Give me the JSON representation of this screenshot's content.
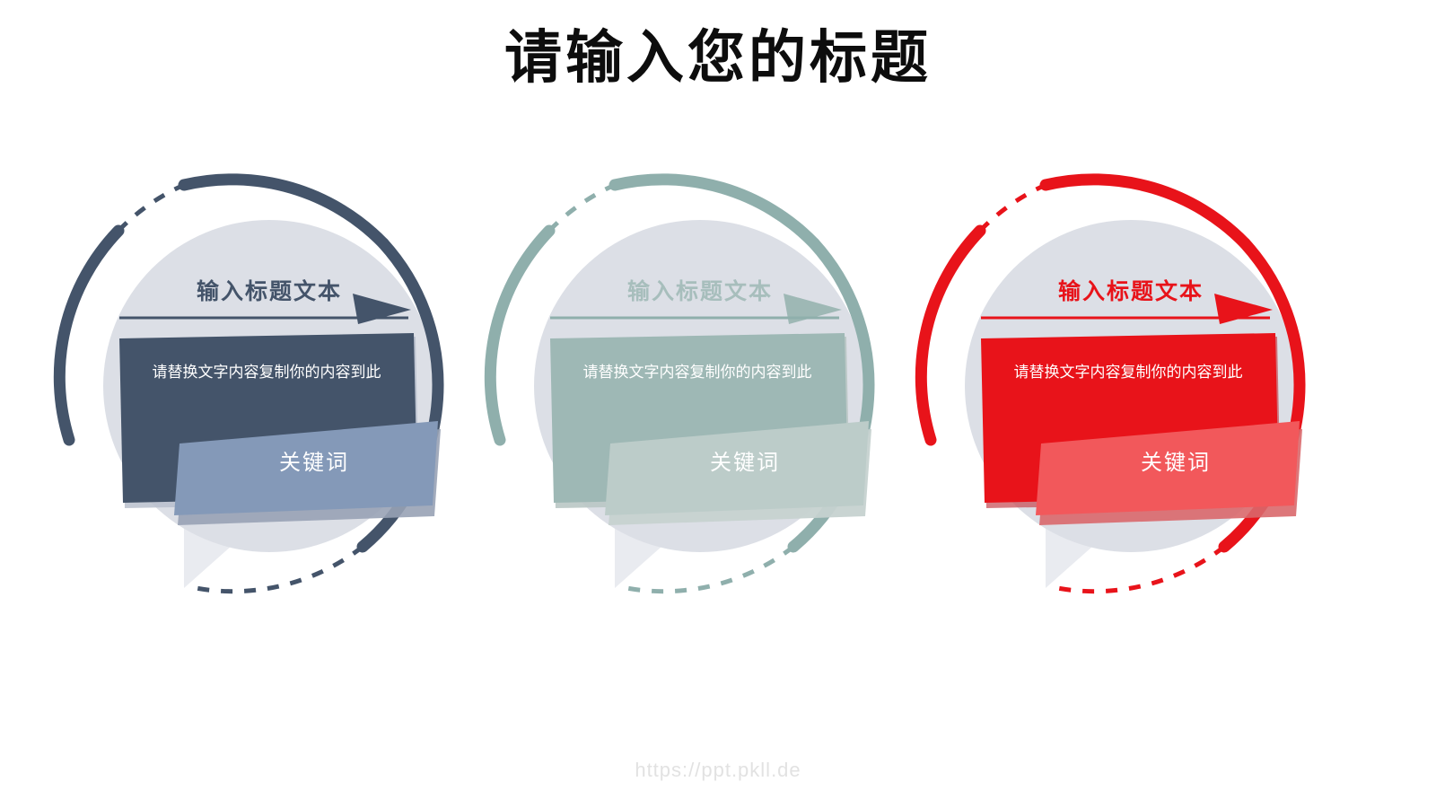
{
  "slide": {
    "title": "请输入您的标题",
    "background_color": "#FFFFFF",
    "title_color": "#0D0D0D"
  },
  "footer": {
    "url": "https://ppt.pkll.de",
    "color": "#E2E2E2"
  },
  "shared": {
    "circle_fill": "#DCDFE6",
    "bubble_fill": "#E9EBF0",
    "shadow_fill": "#B9BFCC"
  },
  "panels": [
    {
      "id": "panel-dark-slate",
      "title": "输入标题文本",
      "body": "请替换文字内容复制你的内容到此",
      "keyword": "关键词",
      "colors": {
        "accent": "#44546A",
        "ring": "#44546A",
        "title_text": "#44546A",
        "rule": "#44546A",
        "box_fill": "#44546A",
        "keyword_fill": "#8499B8",
        "arrow": "#44546A",
        "body_text": "#FFFFFF",
        "keyword_text": "#FFFFFF"
      }
    },
    {
      "id": "panel-teal-sage",
      "title": "输入标题文本",
      "body": "请替换文字内容复制你的内容到此",
      "keyword": "关键词",
      "colors": {
        "accent": "#8FAFAC",
        "ring": "#8FAFAC",
        "title_text": "#A7BEBC",
        "rule": "#8FAFAC",
        "box_fill": "#9EB8B5",
        "keyword_fill": "#BCCCC9",
        "arrow": "#9EB8B5",
        "body_text": "#FFFFFF",
        "keyword_text": "#FFFFFF"
      }
    },
    {
      "id": "panel-red",
      "title": "输入标题文本",
      "body": "请替换文字内容复制你的内容到此",
      "keyword": "关键词",
      "colors": {
        "accent": "#E8131A",
        "ring": "#E8131A",
        "title_text": "#E8131A",
        "rule": "#E8131A",
        "box_fill": "#E8131A",
        "keyword_fill": "#F2585B",
        "arrow": "#E8131A",
        "body_text": "#FFFFFF",
        "keyword_text": "#FFFFFF"
      }
    }
  ]
}
